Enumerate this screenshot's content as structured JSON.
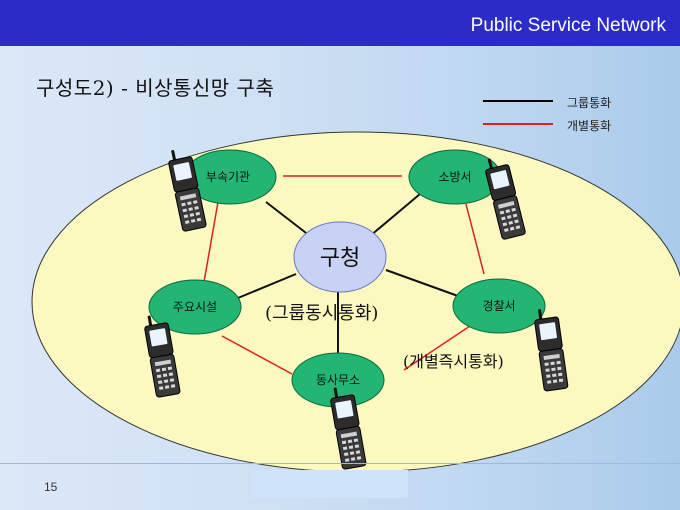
{
  "header": {
    "title": "Public Service Network"
  },
  "slide": {
    "title": "구성도2) - 비상통신망 구축"
  },
  "legend": {
    "items": [
      {
        "label": "그룹통화",
        "color": "#000000"
      },
      {
        "label": "개별통화",
        "color": "#e02020"
      }
    ]
  },
  "diagram": {
    "center": {
      "label": "구청"
    },
    "nodes": [
      {
        "id": "affiliated",
        "label": "부속기관"
      },
      {
        "id": "fire",
        "label": "소방서"
      },
      {
        "id": "facilities",
        "label": "주요시설"
      },
      {
        "id": "police",
        "label": "경찰서"
      },
      {
        "id": "community",
        "label": "동사무소"
      }
    ],
    "group_call_caption": "(그룹동시통화)",
    "individual_call_caption": "(개별즉시통화)",
    "node_color": "#22b573",
    "center_color": "#c8d2f5",
    "ellipse_color": "#fbf8c0"
  },
  "footer": {
    "page": "15"
  }
}
